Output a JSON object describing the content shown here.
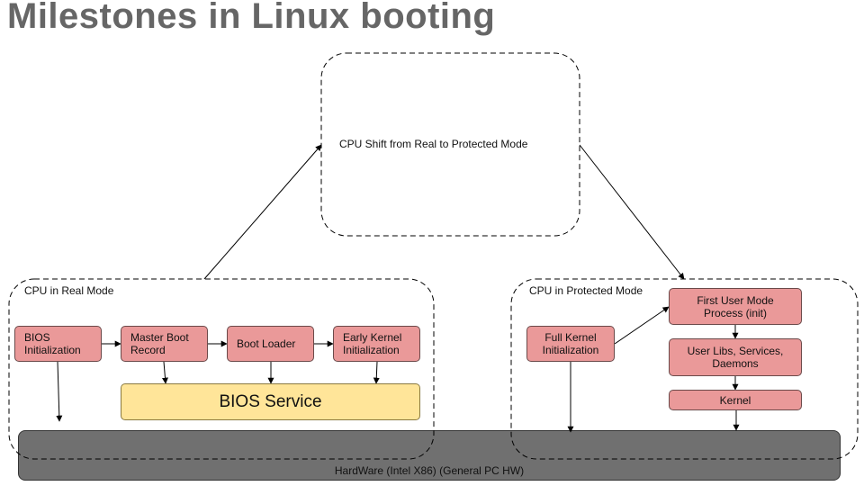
{
  "title": "Milestones in Linux booting",
  "top": {
    "label": "CPU Shift from Real to Protected Mode"
  },
  "real_mode": {
    "label": "CPU in Real Mode",
    "bios_init": "BIOS Initialization",
    "mbr": "Master Boot Record",
    "boot_loader": "Boot Loader",
    "early_kernel": "Early Kernel Initialization",
    "bios_service": "BIOS Service"
  },
  "protected_mode": {
    "label": "CPU in Protected Mode",
    "full_kernel": "Full Kernel Initialization",
    "first_user": "First User Mode Process (init)",
    "user_libs": "User Libs, Services, Daemons",
    "kernel": "Kernel"
  },
  "hardware": {
    "label": "HardWare (Intel X86) (General PC HW)"
  },
  "colors": {
    "stage": "#ea9999",
    "service": "#ffe599",
    "hardware": "#707070",
    "title": "#666666"
  }
}
